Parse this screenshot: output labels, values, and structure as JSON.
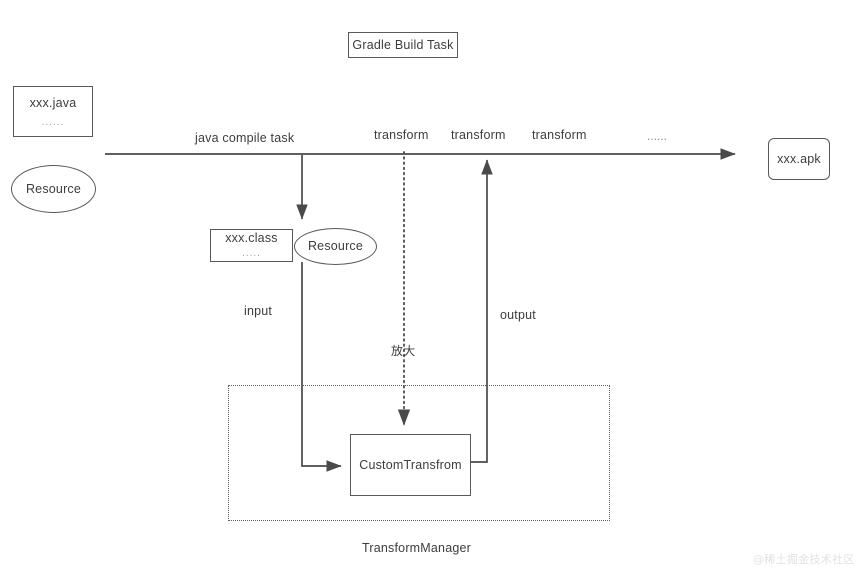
{
  "diagram": {
    "title_box": {
      "label": "Gradle Build Task"
    },
    "nodes": {
      "source_java": {
        "label": "xxx.java",
        "sub": "......"
      },
      "source_resource": {
        "label": "Resource"
      },
      "class_file": {
        "label": "xxx.class",
        "sub": "....."
      },
      "class_resource": {
        "label": "Resource"
      },
      "custom_transform": {
        "label": "CustomTransfrom"
      },
      "apk": {
        "label": "xxx.apk"
      }
    },
    "captions": {
      "java_compile_task": "java compile task",
      "transform_1": "transform",
      "transform_2": "transform",
      "transform_3": "transform",
      "timeline_ellipsis": "......",
      "input": "input",
      "output": "output",
      "zoom_note": "放大",
      "transform_manager": "TransformManager"
    },
    "watermark": {
      "text": "@稀土掘金技术社区"
    },
    "colors": {
      "stroke": "#595959",
      "text": "#3d3d3d",
      "background": "#ffffff",
      "muted": "#9a9a9a",
      "watermark": "#e2e2e2"
    }
  }
}
